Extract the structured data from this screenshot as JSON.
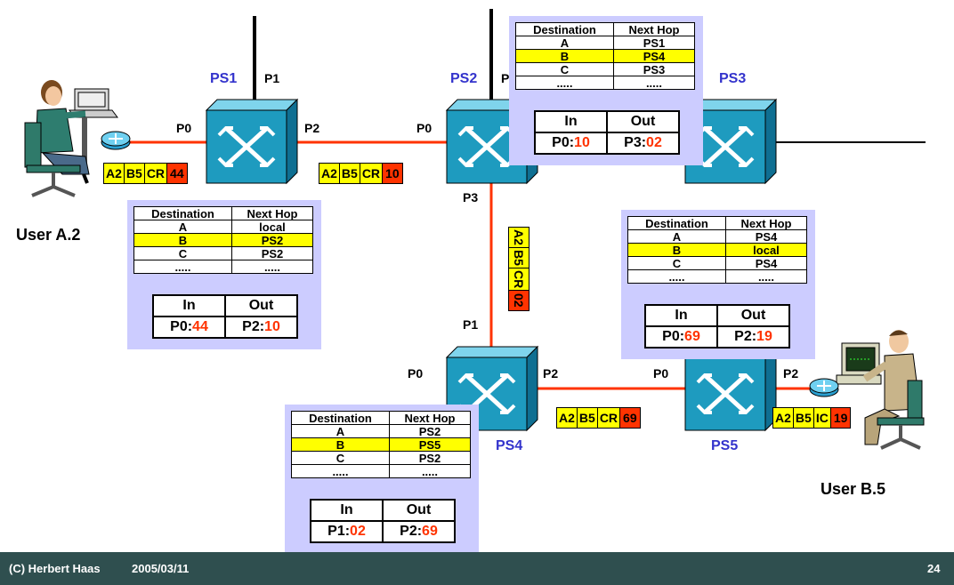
{
  "switches": {
    "ps1": {
      "name": "PS1"
    },
    "ps2": {
      "name": "PS2"
    },
    "ps3": {
      "name": "PS3"
    },
    "ps4": {
      "name": "PS4"
    },
    "ps5": {
      "name": "PS5"
    }
  },
  "ports": {
    "ps1_p1": "P1",
    "ps1_p0": "P0",
    "ps1_p2": "P2",
    "ps2_p0": "P0",
    "ps2_p3": "P3",
    "ps2_top": "P",
    "ps4_p1": "P1",
    "ps4_p0": "P0",
    "ps4_p2": "P2",
    "ps5_p0": "P0",
    "ps5_p2": "P2"
  },
  "users": {
    "a": "User A.2",
    "b": "User B.5"
  },
  "headers": {
    "h1": [
      "A2",
      "B5",
      "CR",
      "44"
    ],
    "h2": [
      "A2",
      "B5",
      "CR",
      "10"
    ],
    "h3": [
      "A2",
      "B5",
      "CR",
      "02"
    ],
    "h4": [
      "A2",
      "B5",
      "CR",
      "69"
    ],
    "h5": [
      "A2",
      "B5",
      "IC",
      "19"
    ]
  },
  "routing_tables": {
    "ps1": {
      "col_dest": "Destination",
      "col_hop": "Next Hop",
      "rows": [
        [
          "A",
          "local"
        ],
        [
          "B",
          "PS2"
        ],
        [
          "C",
          "PS2"
        ],
        [
          ".....",
          "....."
        ]
      ],
      "io": {
        "in_label": "In",
        "out_label": "Out",
        "in_port": "P0:",
        "in_val": "44",
        "out_port": "P2:",
        "out_val": "10"
      }
    },
    "ps2": {
      "col_dest": "Destination",
      "col_hop": "Next Hop",
      "rows": [
        [
          "A",
          "PS1"
        ],
        [
          "B",
          "PS4"
        ],
        [
          "C",
          "PS3"
        ],
        [
          ".....",
          "....."
        ]
      ],
      "io": {
        "in_label": "In",
        "out_label": "Out",
        "in_port": "P0:",
        "in_val": "10",
        "out_port": "P3:",
        "out_val": "02"
      }
    },
    "ps4": {
      "col_dest": "Destination",
      "col_hop": "Next Hop",
      "rows": [
        [
          "A",
          "PS2"
        ],
        [
          "B",
          "PS5"
        ],
        [
          "C",
          "PS2"
        ],
        [
          ".....",
          "....."
        ]
      ],
      "io": {
        "in_label": "In",
        "out_label": "Out",
        "in_port": "P1:",
        "in_val": "02",
        "out_port": "P2:",
        "out_val": "69"
      }
    },
    "ps5": {
      "col_dest": "Destination",
      "col_hop": "Next Hop",
      "rows": [
        [
          "A",
          "PS4"
        ],
        [
          "B",
          "local"
        ],
        [
          "C",
          "PS4"
        ],
        [
          ".....",
          "....."
        ]
      ],
      "io": {
        "in_label": "In",
        "out_label": "Out",
        "in_port": "P0:",
        "in_val": "69",
        "out_port": "P2:",
        "out_val": "19"
      }
    }
  },
  "footer": {
    "author": "(C) Herbert Haas",
    "date": "2005/03/11",
    "page": "24"
  },
  "colors": {
    "link": "#ff3300",
    "switch_face": "#1e9bbf",
    "highlight": "#ffff00",
    "panel": "#ccccff",
    "label_id": "#ff3300",
    "ps_name": "#3333cc",
    "footer_bg": "#2f4f4f"
  }
}
